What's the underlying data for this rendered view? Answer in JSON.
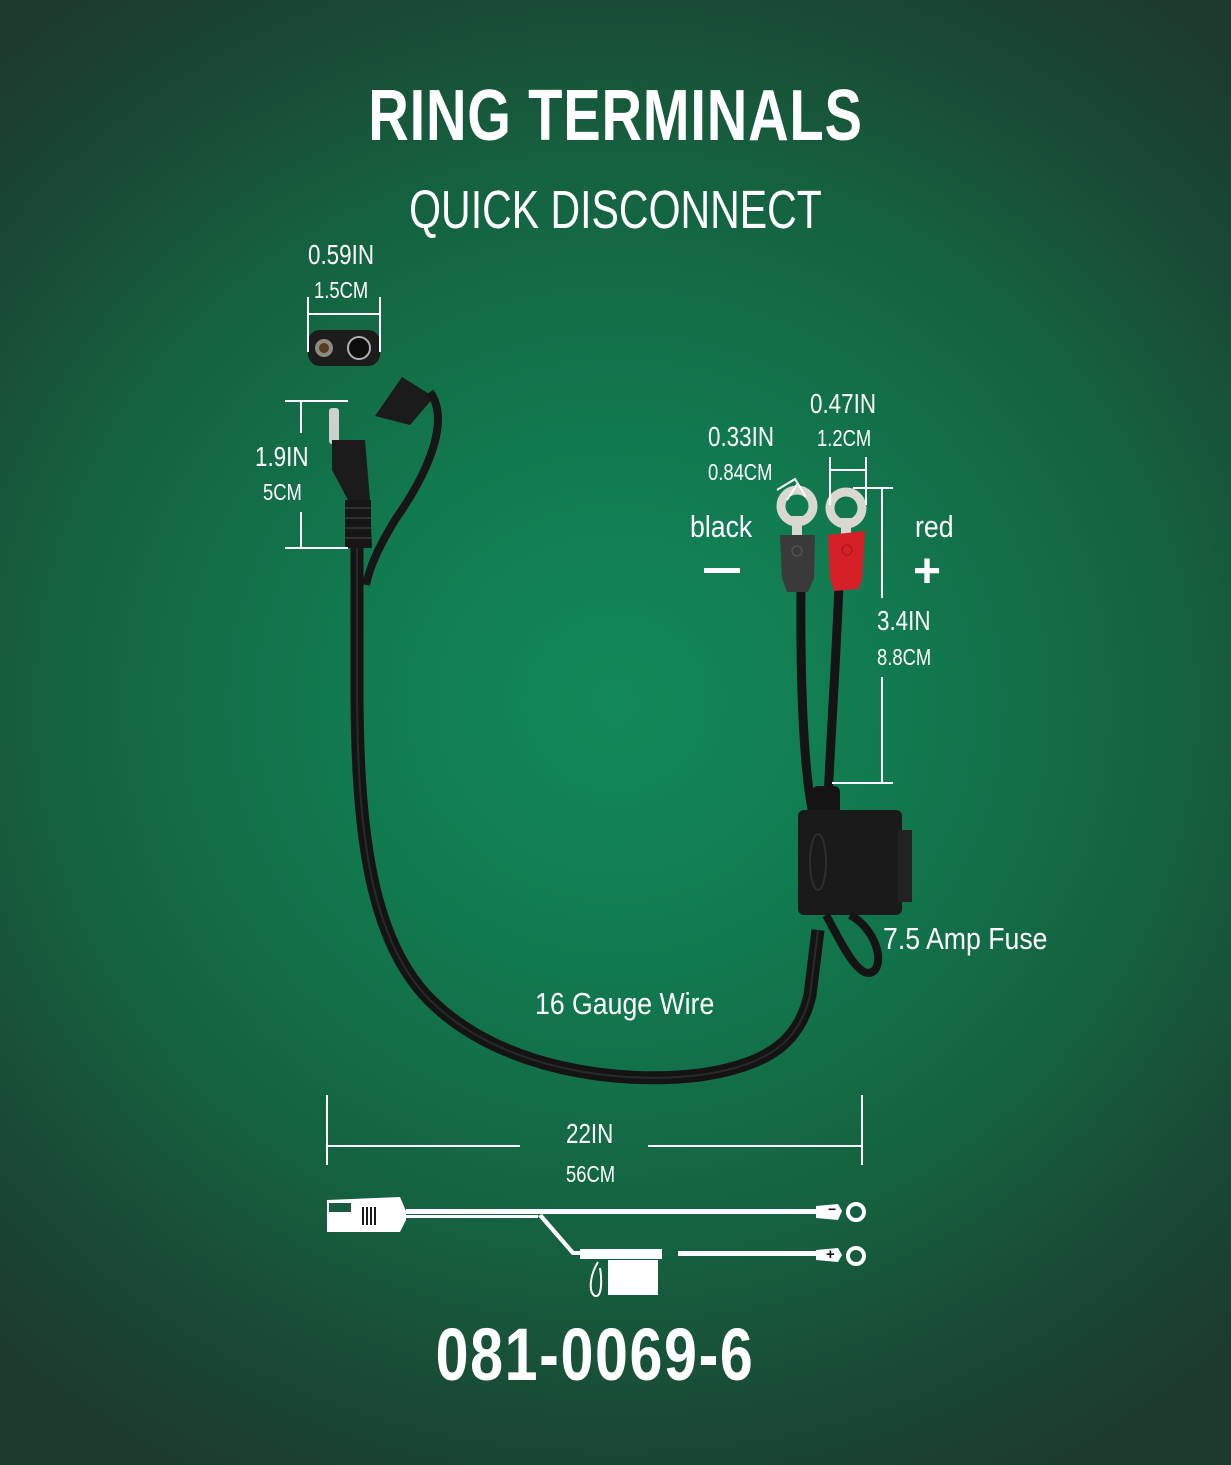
{
  "header": {
    "title": "RING TERMINALS",
    "subtitle": "QUICK DISCONNECT"
  },
  "dimensions": {
    "sae_connector_width": {
      "imperial": "0.59IN",
      "metric": "1.5CM"
    },
    "sae_plug_length": {
      "imperial": "1.9IN",
      "metric": "5CM"
    },
    "black_ring_hole": {
      "imperial": "0.33IN",
      "metric": "0.84CM"
    },
    "red_ring_width": {
      "imperial": "0.47IN",
      "metric": "1.2CM"
    },
    "terminal_lead_length": {
      "imperial": "3.4IN",
      "metric": "8.8CM"
    },
    "total_length": {
      "imperial": "22IN",
      "metric": "56CM"
    }
  },
  "polarity": {
    "negative": {
      "label": "black",
      "symbol": "—"
    },
    "positive": {
      "label": "red",
      "symbol": "+"
    }
  },
  "callouts": {
    "fuse": "7.5 Amp Fuse",
    "wire": "16 Gauge Wire"
  },
  "schematic": {
    "negative_mark": "−",
    "positive_mark": "+"
  },
  "product": {
    "part_number": "081-0069-6"
  },
  "colors": {
    "background_center": "#13885a",
    "background_edge": "#1c3a2e",
    "text": "#ffffff",
    "red_terminal": "#d61f26",
    "black_terminal": "#3a3a3a",
    "ring_metal": "#d8d8d0",
    "cable": "#151515"
  }
}
